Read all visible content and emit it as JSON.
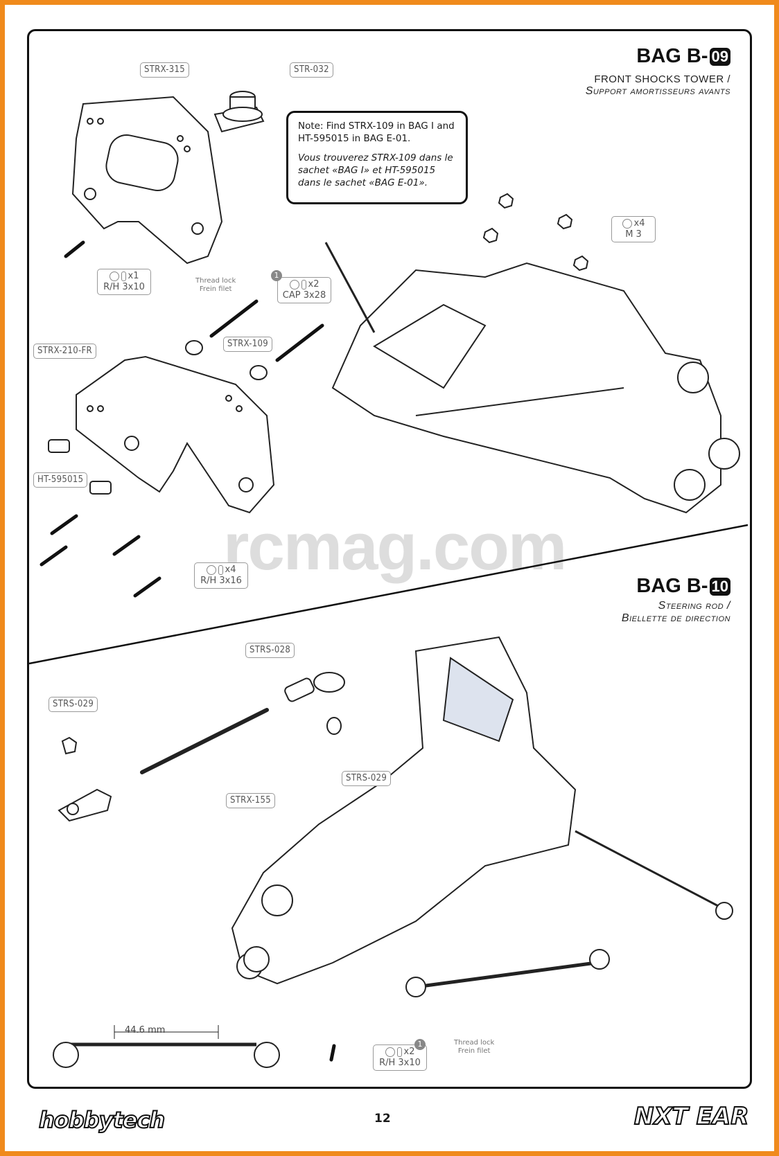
{
  "bag09": {
    "title_prefix": "BAG B-",
    "number": "09",
    "subtitle_en": "FRONT SHOCKS TOWER /",
    "subtitle_fr": "Support amortisseurs avants"
  },
  "bag10": {
    "title_prefix": "BAG B-",
    "number": "10",
    "subtitle_en": "Steering rod /",
    "subtitle_fr": "Biellette de direction"
  },
  "note": {
    "en": "Note: Find STRX-109 in BAG I and HT-595015 in BAG E-01.",
    "fr": "Vous trouverez STRX-109 dans le sachet «BAG I» et HT-595015 dans le sachet «BAG E-01»."
  },
  "part_labels": {
    "strx315": "STRX-315",
    "str032": "STR-032",
    "strx210fr": "STRX-210-FR",
    "strx109": "STRX-109",
    "ht595015": "HT-595015",
    "strs028": "STRS-028",
    "strs029_a": "STRS-029",
    "strs029_b": "STRS-029",
    "strx155": "STRX-155"
  },
  "hardware": {
    "m3": {
      "count": "x4",
      "name": "M 3"
    },
    "rh3x10_top": {
      "count": "x1",
      "name": "R/H 3x10"
    },
    "cap3x28": {
      "count": "x2",
      "name": "CAP 3x28"
    },
    "rh3x16": {
      "count": "x4",
      "name": "R/H 3x16"
    },
    "rh3x10_bottom": {
      "count": "x2",
      "name": "R/H 3x10"
    }
  },
  "threadlock": {
    "step": "1",
    "en": "Thread lock",
    "fr": "Frein filet"
  },
  "dimension": "44.6 mm",
  "watermark": "rcmag.com",
  "footer": {
    "page": "12",
    "brand_left": "hobbytech",
    "brand_right": "NXT EAR"
  }
}
